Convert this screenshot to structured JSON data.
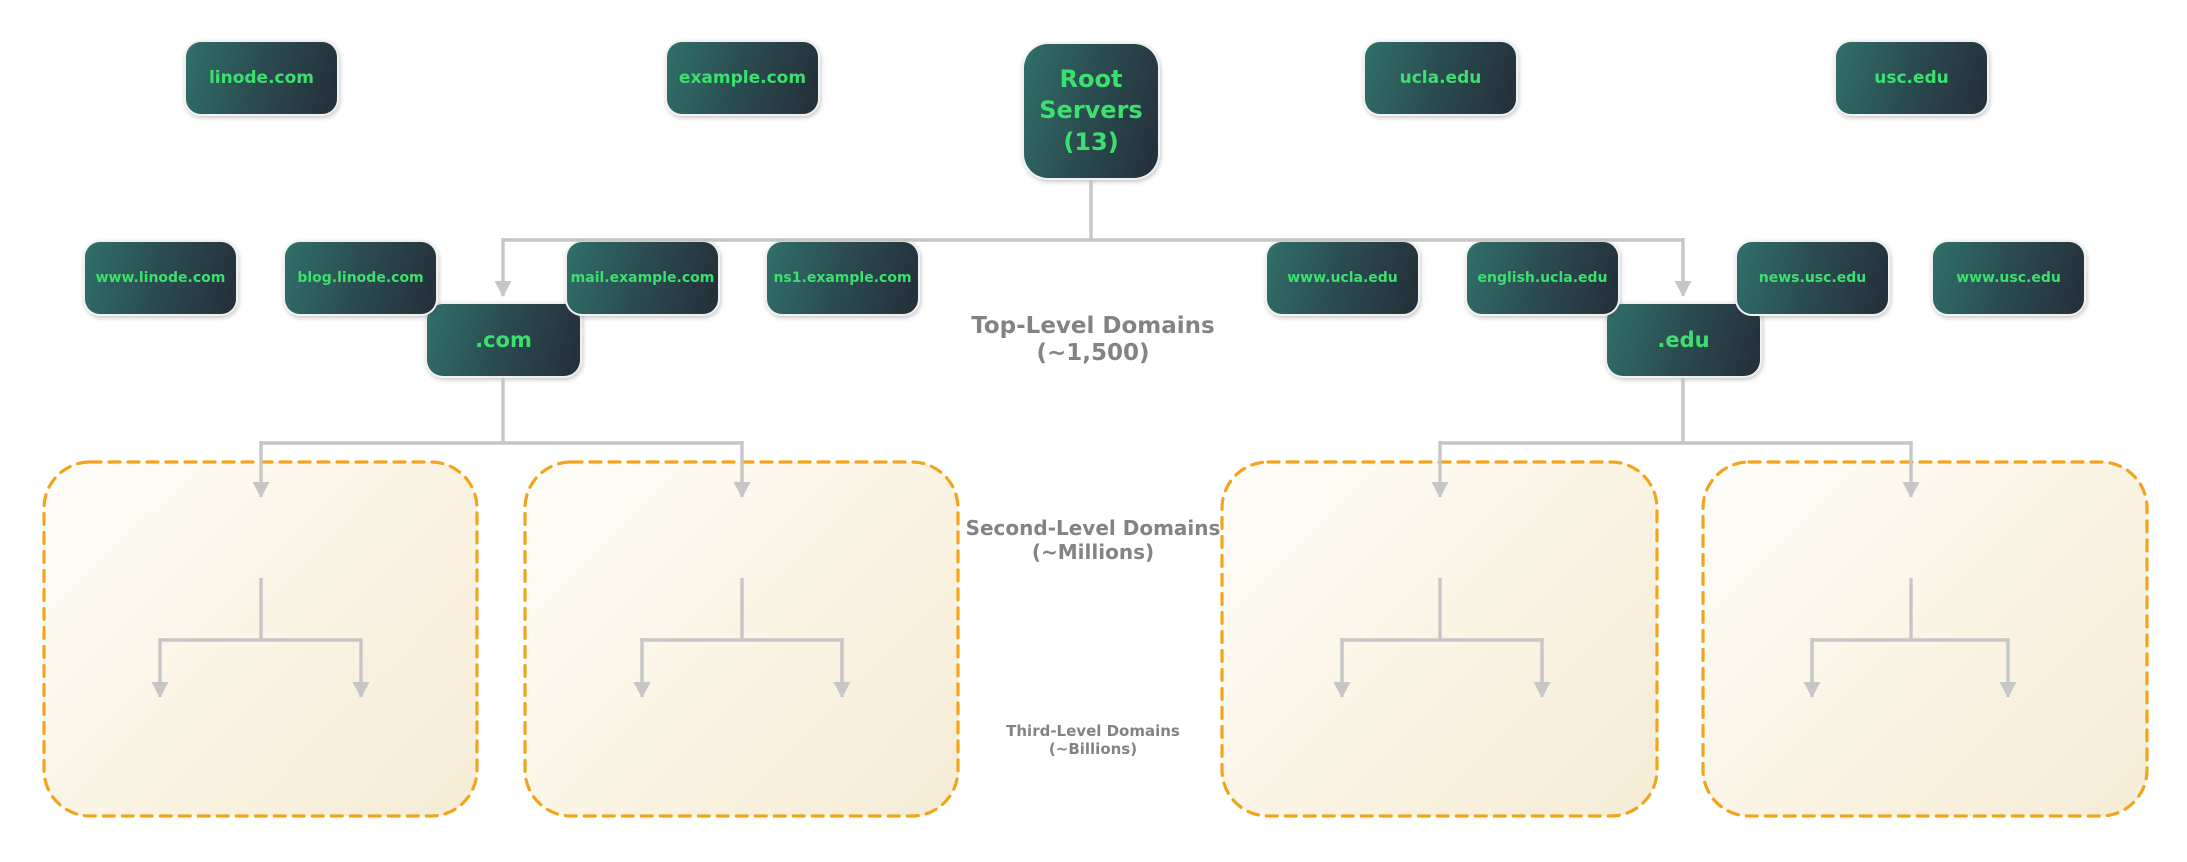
{
  "colors": {
    "node_gradient_start": "#30706b",
    "node_gradient_end": "#242e39",
    "node_text_green": "#3ce06e",
    "group_border_orange": "#f1a51d",
    "group_bg_start": "#fefdfa",
    "group_bg_end": "#f5ecd5",
    "connector_gray": "#c6c6c6",
    "label_gray": "#838383"
  },
  "root": {
    "label": "Root Servers (13)"
  },
  "tlds": [
    {
      "label": ".com"
    },
    {
      "label": ".edu"
    }
  ],
  "level_labels": [
    {
      "title": "Top-Level Domains",
      "subtitle": "(~1,500)"
    },
    {
      "title": "Second-Level Domains",
      "subtitle": "(~Millions)"
    },
    {
      "title": "Third-Level Domains",
      "subtitle": "(~Billions)"
    }
  ],
  "groups": [
    {
      "sld": "linode.com",
      "children": [
        "www.linode.com",
        "blog.linode.com"
      ]
    },
    {
      "sld": "example.com",
      "children": [
        "mail.example.com",
        "ns1.example.com"
      ]
    },
    {
      "sld": "ucla.edu",
      "children": [
        "www.ucla.edu",
        "english.ucla.edu"
      ]
    },
    {
      "sld": "usc.edu",
      "children": [
        "news.usc.edu",
        "www.usc.edu"
      ]
    }
  ]
}
